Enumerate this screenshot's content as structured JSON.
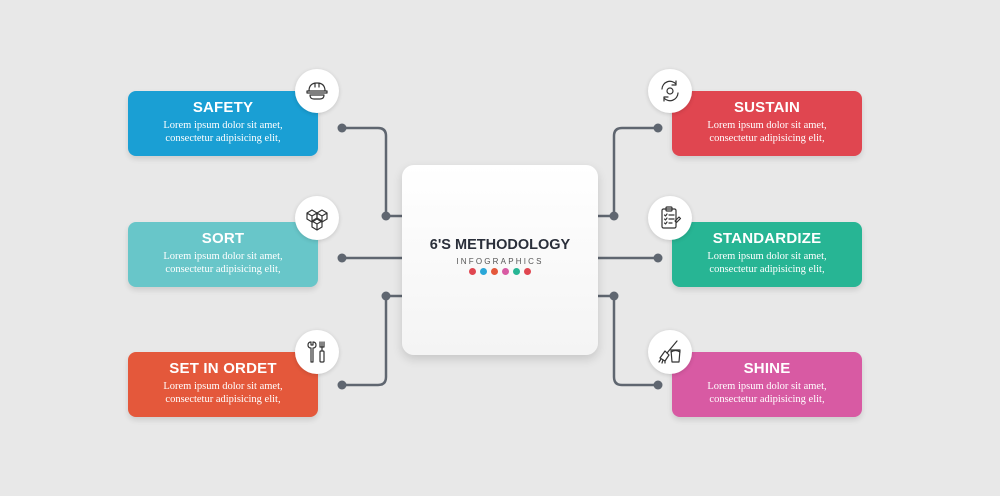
{
  "center": {
    "title": "6'S METHODOLOGY",
    "subtitle": "INFOGRAPHICS",
    "dot_colors": [
      "#e04650",
      "#2aa7d8",
      "#e4583b",
      "#d85aa3",
      "#27b594",
      "#e04650"
    ]
  },
  "colors": {
    "connector": "#5f6670",
    "safety": "#1a9fd4",
    "sort": "#68c6c9",
    "set_in_order": "#e4583b",
    "sustain": "#e04650",
    "standardize": "#27b594",
    "shine": "#d85aa3"
  },
  "steps": {
    "safety": {
      "title": "SAFETY",
      "body_line1": "Lorem ipsum dolor sit amet,",
      "body_line2": "consectetur adipisicing elit,",
      "icon": "hard-hat-icon"
    },
    "sort": {
      "title": "SORT",
      "body_line1": "Lorem ipsum dolor sit amet,",
      "body_line2": "consectetur adipisicing elit,",
      "icon": "boxes-icon"
    },
    "set_in_order": {
      "title": "SET IN ORDET",
      "body_line1": "Lorem ipsum dolor sit amet,",
      "body_line2": "consectetur adipisicing elit,",
      "icon": "tools-icon"
    },
    "sustain": {
      "title": "SUSTAIN",
      "body_line1": "Lorem ipsum dolor sit amet,",
      "body_line2": "consectetur adipisicing elit,",
      "icon": "cycle-icon"
    },
    "standardize": {
      "title": "STANDARDIZE",
      "body_line1": "Lorem ipsum dolor sit amet,",
      "body_line2": "consectetur adipisicing elit,",
      "icon": "clipboard-checklist-icon"
    },
    "shine": {
      "title": "SHINE",
      "body_line1": "Lorem ipsum dolor sit amet,",
      "body_line2": "consectetur adipisicing elit,",
      "icon": "broom-bucket-icon"
    }
  }
}
